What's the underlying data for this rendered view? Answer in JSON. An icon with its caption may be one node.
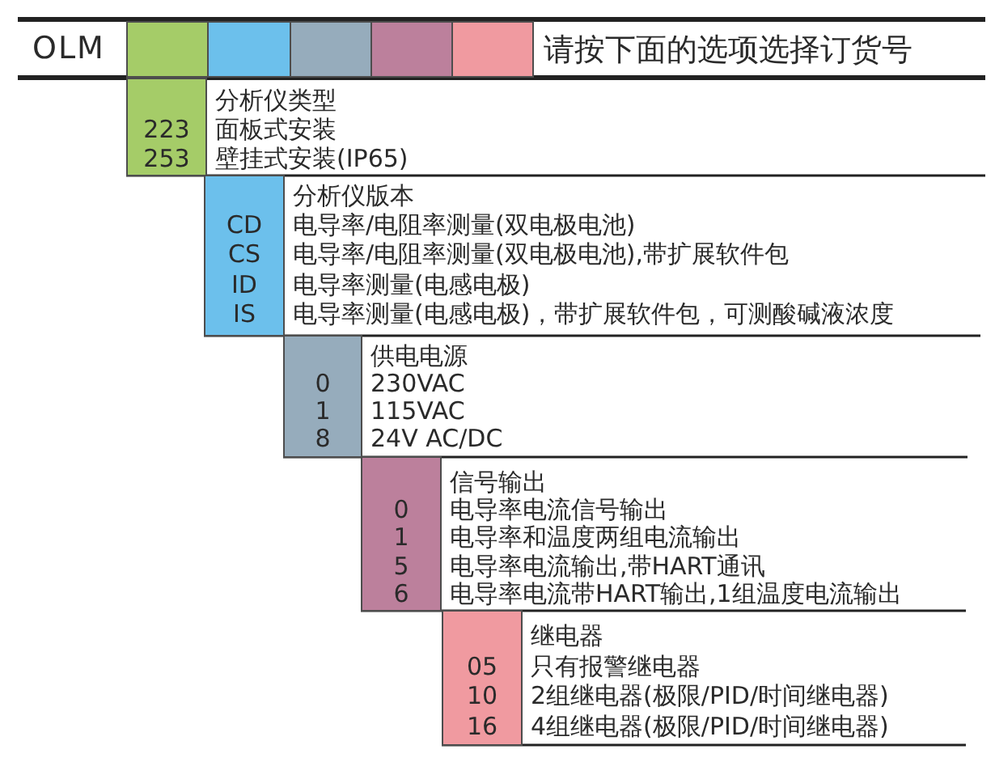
{
  "diagram": {
    "nodes": [
      {
        "text": [],
        "shape": "box"
      },
      {
        "text": [],
        "shape": "box"
      },
      {
        "text": [],
        "shape": "box"
      },
      {
        "text": [],
        "shape": "box"
      },
      {
        "text": [],
        "shape": "box"
      },
      {
        "text": [
          "223",
          "253"
        ],
        "beside": [
          "分析仪类型",
          "面板式安装",
          "壁挂式安装(IP65)"
        ]
      },
      {
        "text": [
          "CD",
          "CS",
          "ID",
          "IS"
        ],
        "beside": [
          "分析仪版本",
          "电导率/电阻率测量(双电极电池)",
          "电导率/电阻率测量(双电极电池),带扩展软件包",
          "电导率测量(电感电极)",
          "电导率测量(电感电极)，带扩展软件包，可测酸碱液浓度"
        ]
      },
      {
        "text": [
          "0",
          "1",
          "8"
        ],
        "beside": [
          "供电电源",
          "230VAC",
          "115VAC",
          "24V AC/DC"
        ]
      },
      {
        "text": [
          "0",
          "1",
          "5",
          "6"
        ],
        "beside": [
          "信号输出",
          "电导率电流信号输出",
          "电导率和温度两组电流输出",
          "电导率电流输出,带HART通讯",
          "电导率电流带HART输出,1组温度电流输出"
        ]
      },
      {
        "text": [
          "05",
          "10",
          "16"
        ],
        "beside": [
          "继电器",
          "只有报警继电器",
          "2组继电器(极限/PID/时间继电器)",
          "4组继电器(极限/PID/时间继电器)"
        ]
      }
    ],
    "labels": [
      "OLM",
      "请按下面的选项选择订货号"
    ]
  }
}
